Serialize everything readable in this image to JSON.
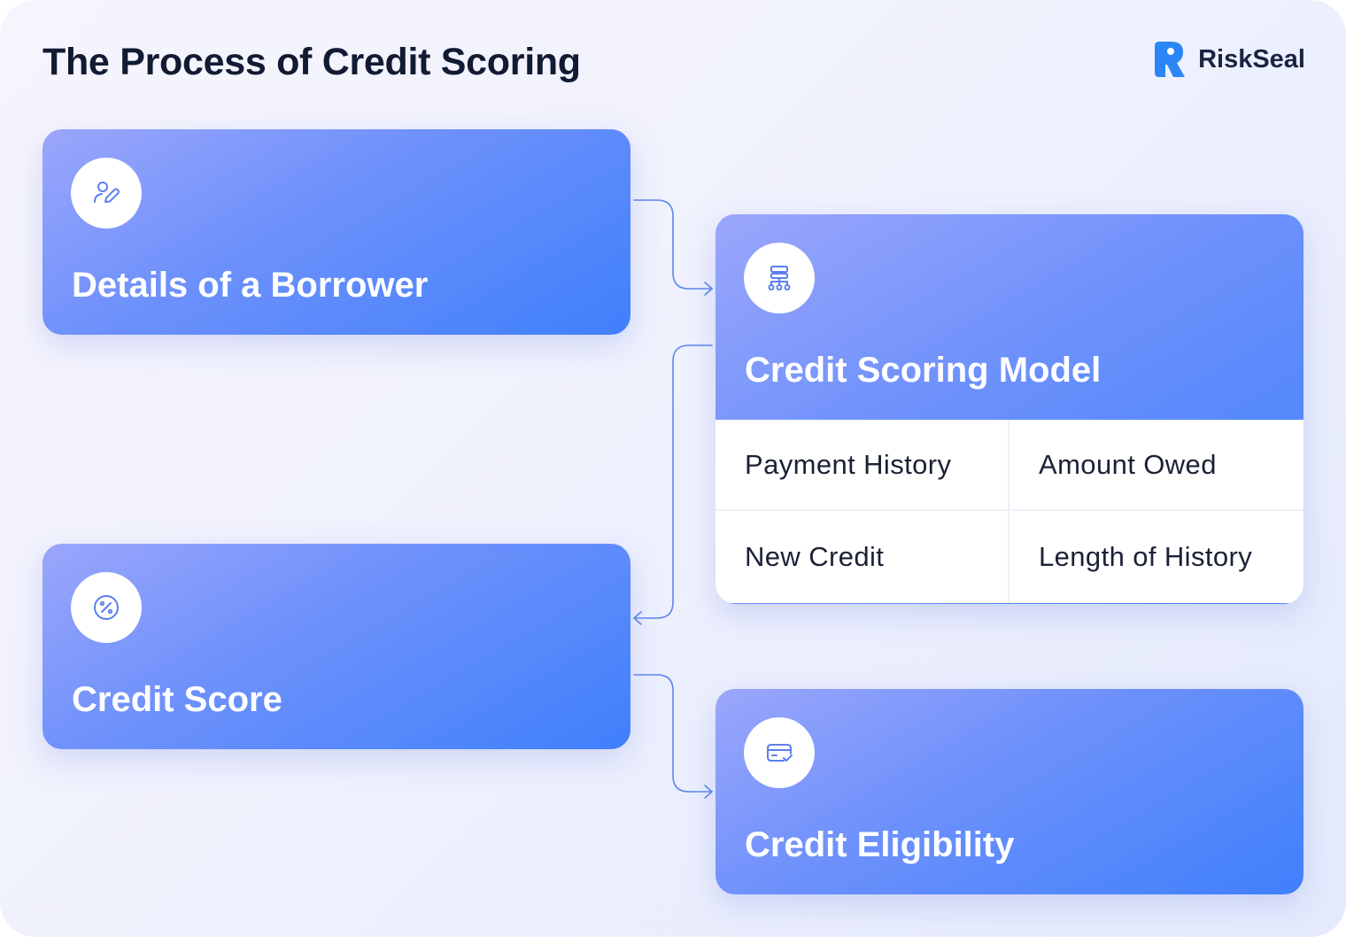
{
  "title": "The Process of Credit Scoring",
  "brand": {
    "name": "RiskSeal",
    "logo_icon": "riskseal-logo-icon",
    "color": "#2a86f5"
  },
  "colors": {
    "card_gradient": [
      "#9ba6fb",
      "#6e91fb",
      "#3f80fb"
    ],
    "icon_stroke": "#5b7ff0",
    "connector": "#5b86ee"
  },
  "nodes": {
    "borrower": {
      "label": "Details of a Borrower",
      "icon": "user-edit-icon"
    },
    "model": {
      "label": "Credit Scoring Model",
      "icon": "hierarchy-icon",
      "factors": [
        "Payment History",
        "Amount Owed",
        "New Credit",
        "Length of History"
      ]
    },
    "score": {
      "label": "Credit Score",
      "icon": "percent-badge-icon"
    },
    "eligibility": {
      "label": "Credit Eligibility",
      "icon": "card-check-icon"
    }
  },
  "edges": [
    {
      "from": "Details of a Borrower",
      "to": "Credit Scoring Model"
    },
    {
      "from": "Credit Scoring Model",
      "to": "Credit Score"
    },
    {
      "from": "Credit Score",
      "to": "Credit Eligibility"
    }
  ]
}
